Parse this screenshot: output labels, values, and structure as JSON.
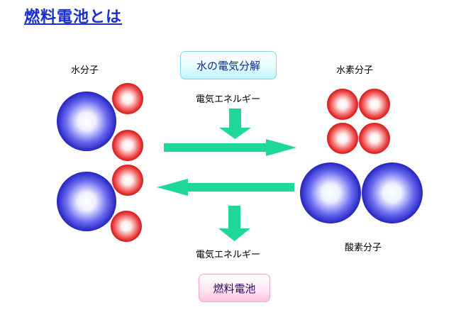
{
  "title": "燃料電池とは",
  "labels": {
    "water_molecule": "水分子",
    "hydrogen_molecule": "水素分子",
    "oxygen_molecule": "酸素分子",
    "electric_energy_top": "電気エネルギー",
    "electric_energy_bottom": "電気エネルギー"
  },
  "boxes": {
    "electrolysis": "水の電気分解",
    "fuel_cell": "燃料電池"
  },
  "colors": {
    "title": "#1a2fd0",
    "arrow": "#1ed89a",
    "oxygen_atom_dark": "#2a2ac8",
    "hydrogen_atom_dark": "#e01818"
  }
}
